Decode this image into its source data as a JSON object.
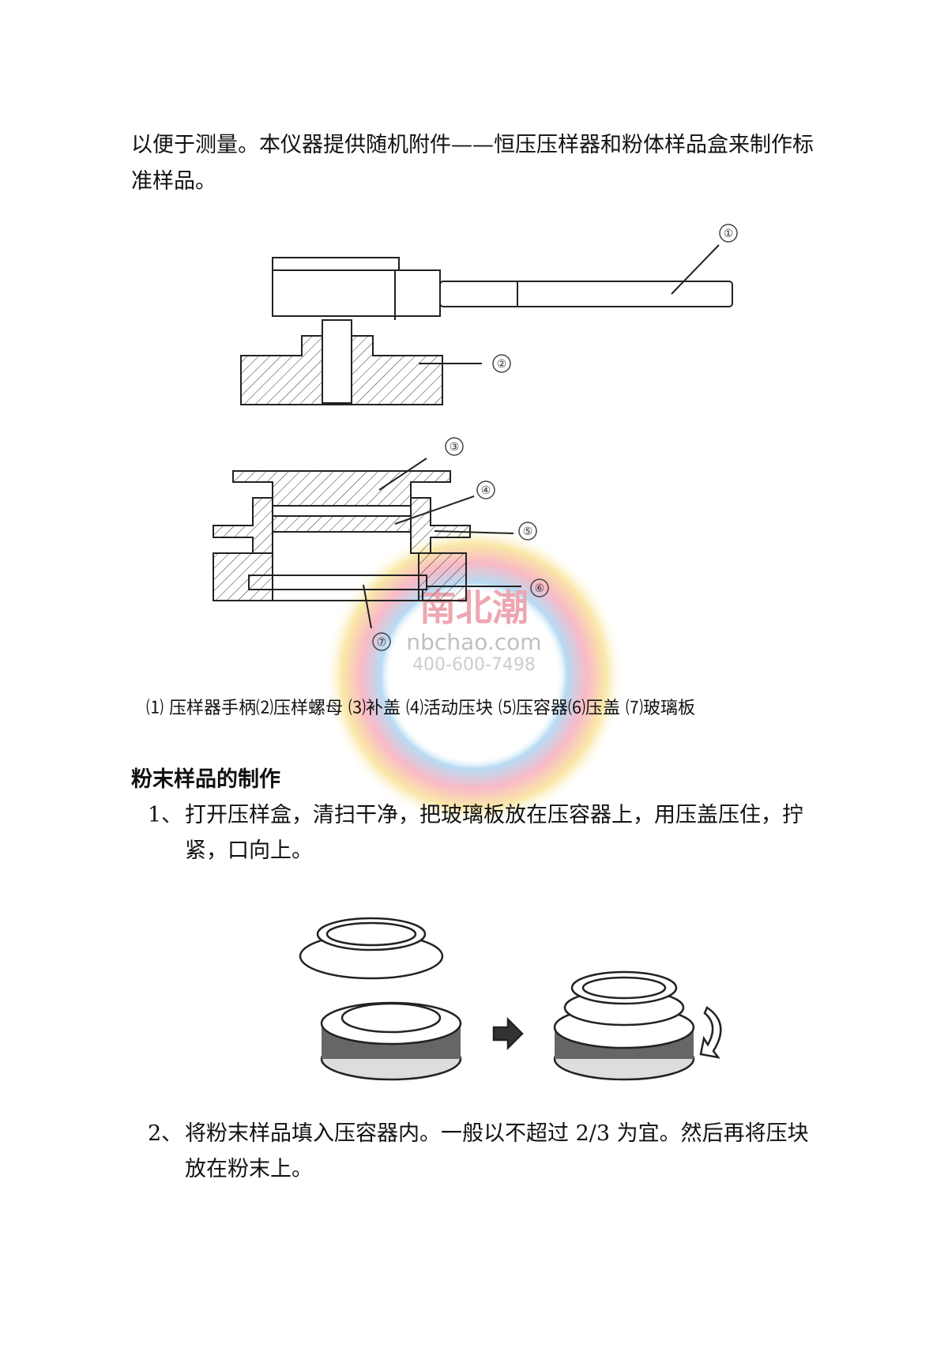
{
  "intro": {
    "line1": "以便于测量。本仪器提供随机附件——恒压压样器和粉体样品盒来制作标",
    "line2": "准样品。"
  },
  "figure1": {
    "labels": [
      "①",
      "②",
      "③",
      "④",
      "⑤",
      "⑥",
      "⑦"
    ],
    "caption": "⑴ 压样器手柄⑵压样螺母 ⑶补盖 ⑷活动压块 ⑸压容器⑹压盖 ⑺玻璃板"
  },
  "watermark": {
    "brand": "南北潮",
    "site": "nbchao.com",
    "phone": "400-600-7498"
  },
  "section": {
    "heading": "粉末样品的制作",
    "steps": [
      {
        "num": "1、",
        "line1": "打开压样盒，清扫干净，把玻璃板放在压容器上，用压盖压住，拧",
        "line2": "紧，口向上。"
      },
      {
        "num": "2、",
        "line1": "将粉末样品填入压容器内。一般以不超过 2/3 为宜。然后再将压块",
        "line2": "放在粉末上。"
      }
    ]
  }
}
